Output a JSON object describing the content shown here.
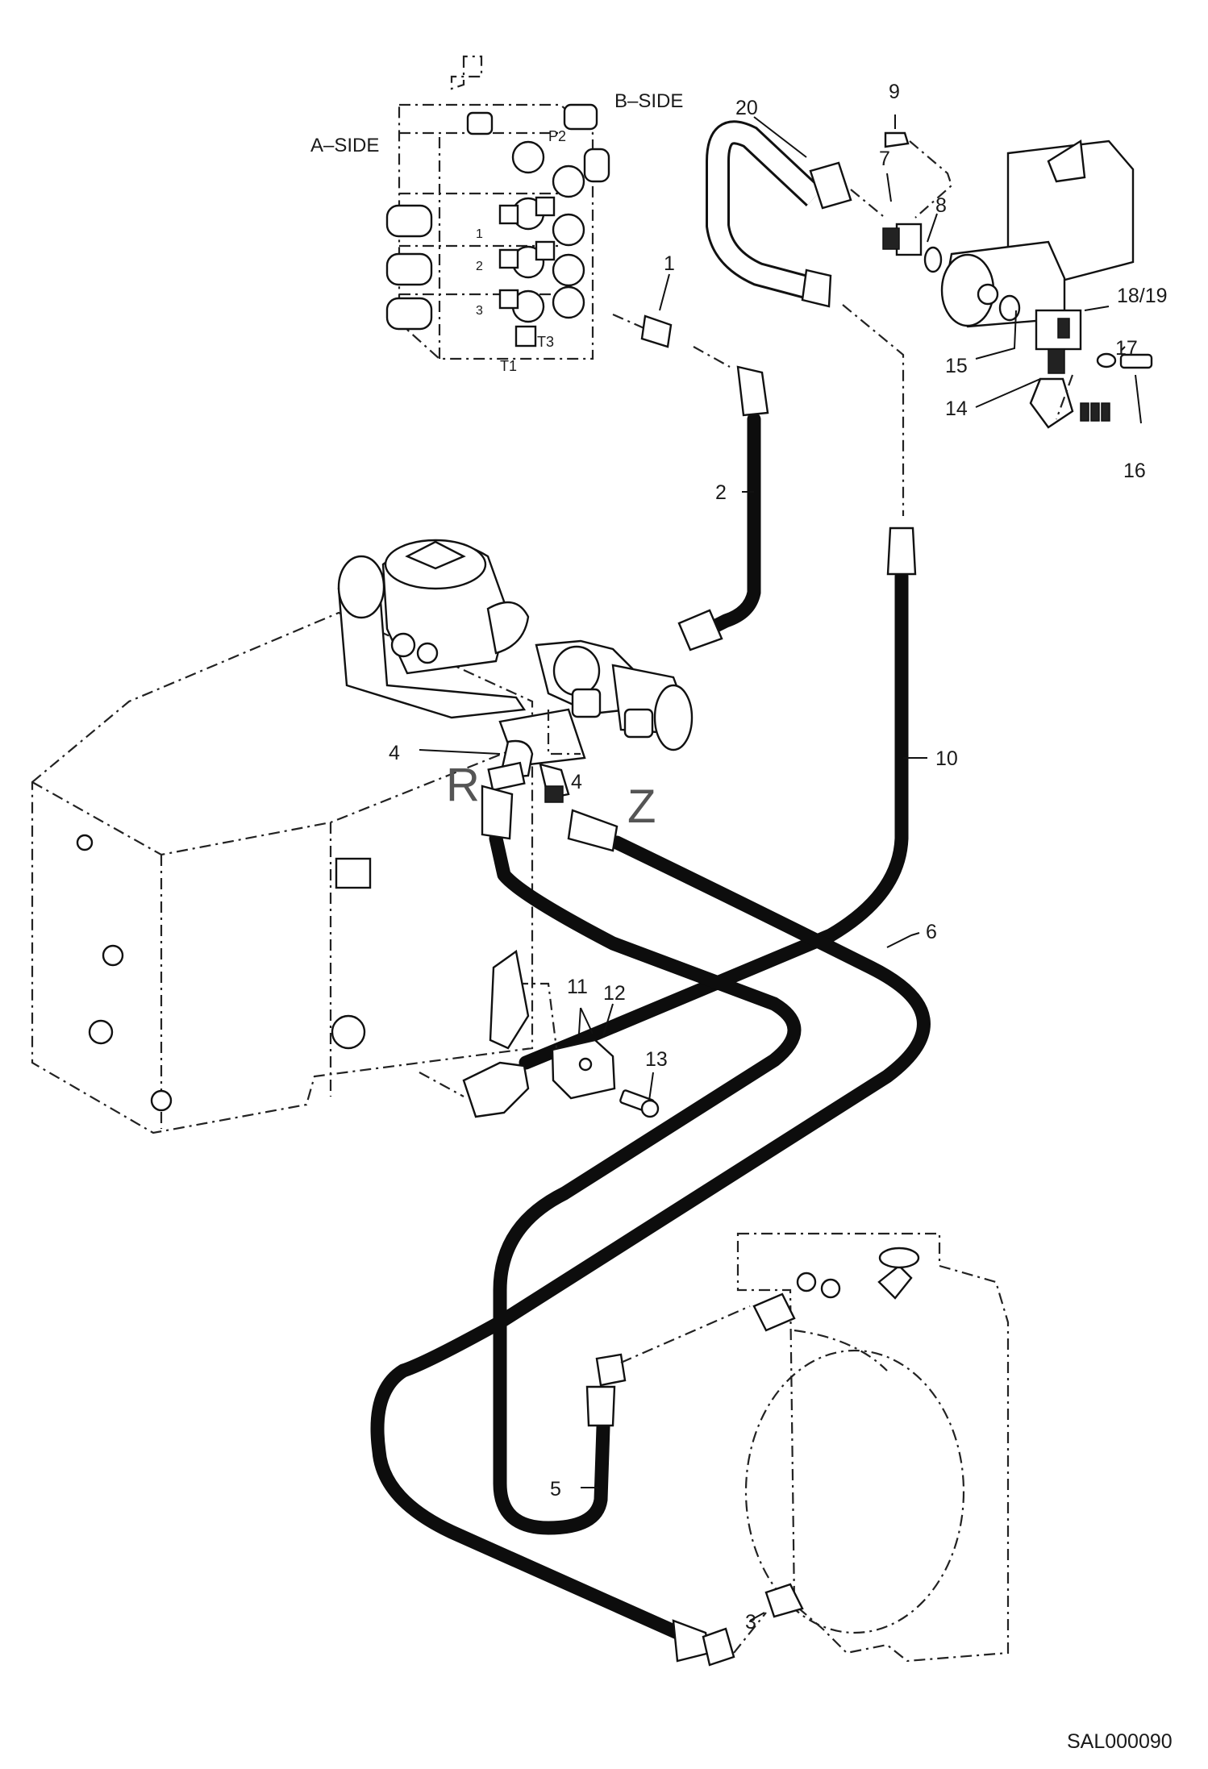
{
  "drawing": {
    "id": "SAL000090",
    "side_labels": {
      "a": "A–SIDE",
      "b": "B–SIDE"
    },
    "port_labels": {
      "p2": "P2",
      "t1": "T1",
      "t3": "T3",
      "p1": "1",
      "p2n": "2",
      "p3": "3"
    },
    "flow_labels": {
      "r": "R",
      "z": "Z"
    },
    "callouts": {
      "c1": "1",
      "c2": "2",
      "c3": "3",
      "c4a": "4",
      "c4b": "4",
      "c5": "5",
      "c6": "6",
      "c7": "7",
      "c8": "8",
      "c9": "9",
      "c10": "10",
      "c11": "11",
      "c12": "12",
      "c13": "13",
      "c14": "14",
      "c15": "15",
      "c16": "16",
      "c17": "17",
      "c18": "18/19",
      "c20": "20"
    }
  }
}
